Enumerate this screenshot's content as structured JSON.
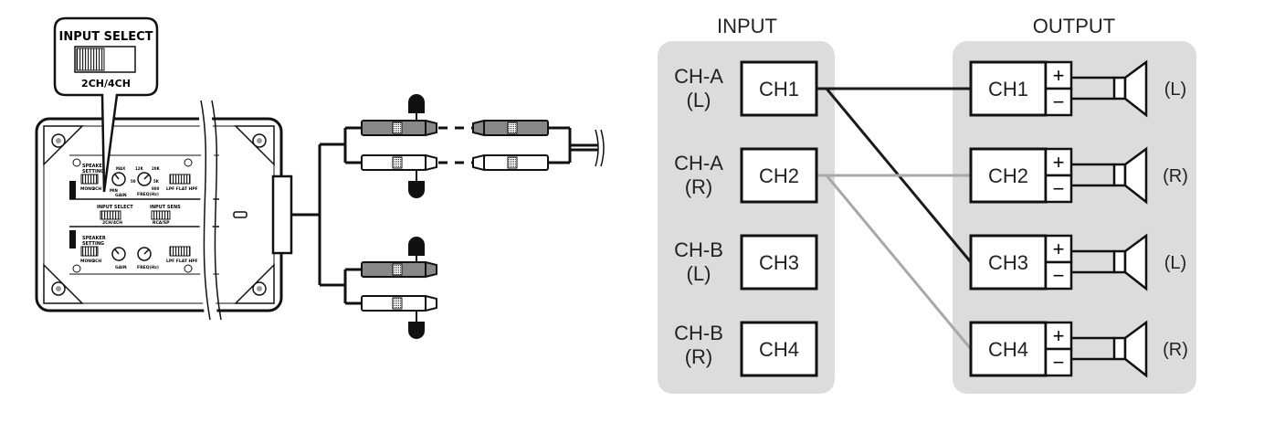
{
  "callout": {
    "title": "INPUT SELECT",
    "switch_label": "2CH/4CH"
  },
  "amp_panel": {
    "section_top": {
      "speaker_setting": [
        "SPEAKER",
        "SETTING"
      ],
      "mode_labels": [
        "MONO",
        "2CH"
      ],
      "gain_label": "GAIN",
      "freq_label": "FREQ(Hz)",
      "freq_values": [
        "12K",
        "20K",
        "50",
        "5K",
        "800"
      ],
      "gain_values": [
        "MAX",
        "MIN"
      ],
      "filter_label": "LPF FLAT HPF"
    },
    "center_left": {
      "title": "INPUT SELECT",
      "value": "2CH/4CH"
    },
    "center_right": {
      "title": "INPUT SENS",
      "value": "RCA/SP"
    },
    "section_bottom": {
      "speaker_setting": [
        "SPEAKER",
        "SETTING"
      ],
      "mode_labels": [
        "MONO",
        "2CH"
      ],
      "gain_label": "GAIN",
      "freq_label": "FREQ(Hz)",
      "filter_label": "LPF FLAT HPF"
    }
  },
  "routing": {
    "input_header": "INPUT",
    "output_header": "OUTPUT",
    "inputs": [
      {
        "source": "CH-A",
        "side": "(L)",
        "channel": "CH1"
      },
      {
        "source": "CH-A",
        "side": "(R)",
        "channel": "CH2"
      },
      {
        "source": "CH-B",
        "side": "(L)",
        "channel": "CH3"
      },
      {
        "source": "CH-B",
        "side": "(R)",
        "channel": "CH4"
      }
    ],
    "outputs": [
      {
        "channel": "CH1",
        "plus": "+",
        "minus": "−",
        "side": "(L)"
      },
      {
        "channel": "CH2",
        "plus": "+",
        "minus": "−",
        "side": "(R)"
      },
      {
        "channel": "CH3",
        "plus": "+",
        "minus": "−",
        "side": "(L)"
      },
      {
        "channel": "CH4",
        "plus": "+",
        "minus": "−",
        "side": "(R)"
      }
    ],
    "connections": [
      {
        "from": "CH1",
        "to": "CH1",
        "color": "#1a1a1a"
      },
      {
        "from": "CH1",
        "to": "CH3",
        "color": "#1a1a1a"
      },
      {
        "from": "CH2",
        "to": "CH2",
        "color": "#a8a8a8"
      },
      {
        "from": "CH2",
        "to": "CH4",
        "color": "#a8a8a8"
      }
    ]
  },
  "colors": {
    "panel_bg": "#dcdcdc",
    "line": "#1a1a1a",
    "grey_line": "#a8a8a8"
  }
}
